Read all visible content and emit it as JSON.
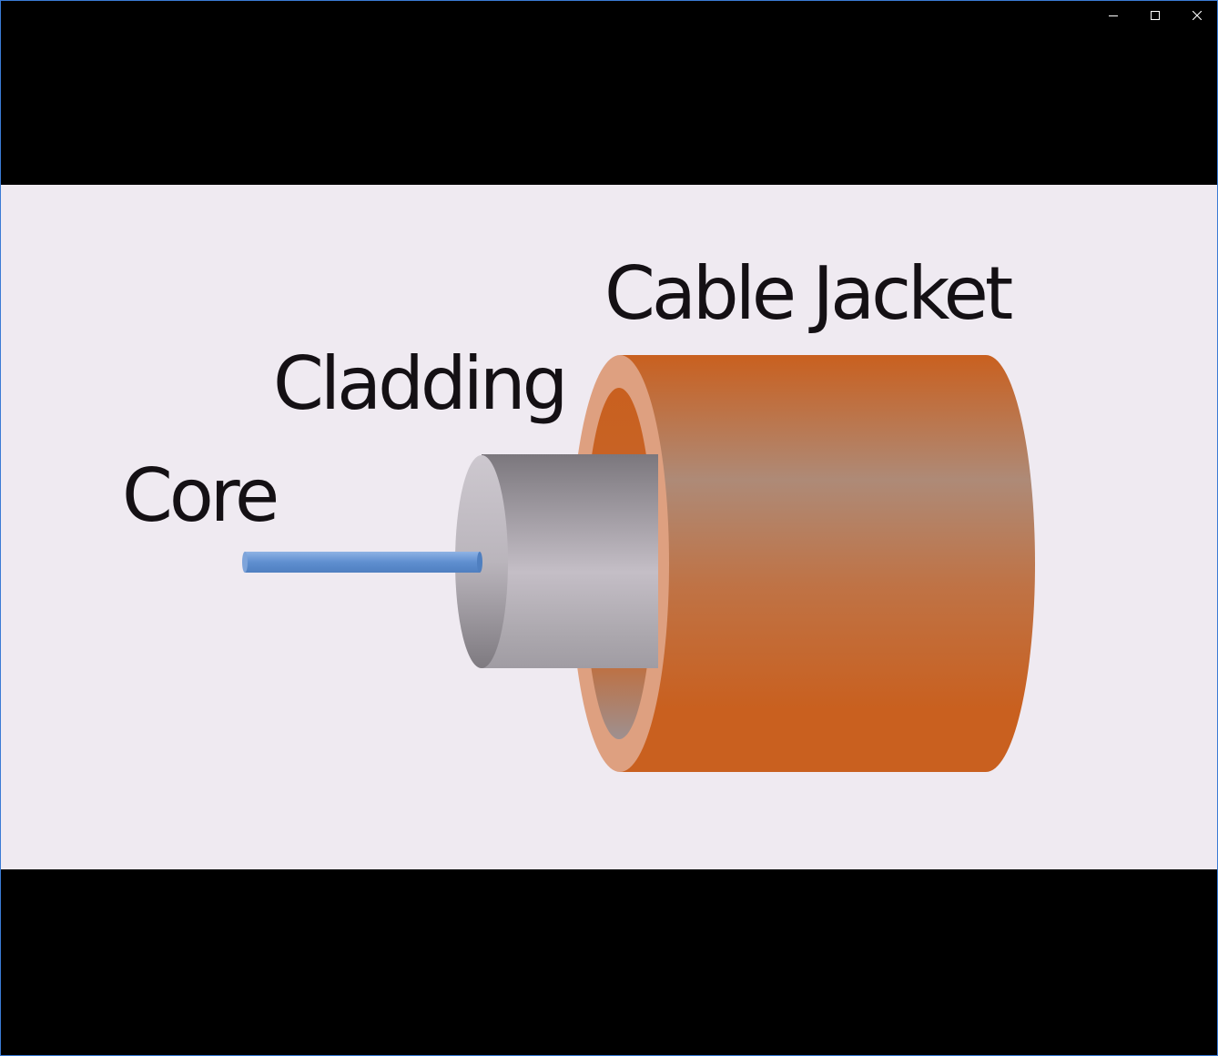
{
  "window": {
    "controls": {
      "minimize_icon": "minimize-icon",
      "maximize_icon": "maximize-icon",
      "close_icon": "close-icon"
    }
  },
  "diagram": {
    "labels": {
      "cable_jacket": "Cable Jacket",
      "cladding": "Cladding",
      "core": "Core"
    },
    "colors": {
      "background": "#efeaf1",
      "jacket": "#c86223",
      "jacket_rim": "#dea282",
      "cladding": "#9a969c",
      "core": "#6f9ad4",
      "text": "#141014"
    }
  }
}
